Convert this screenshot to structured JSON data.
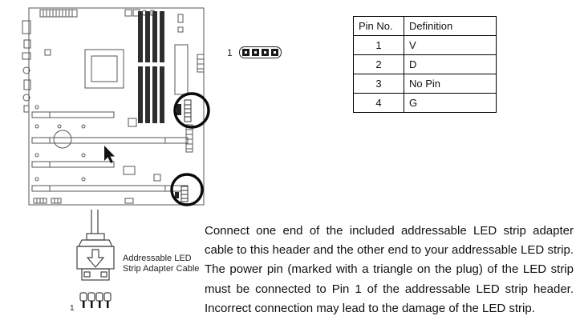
{
  "pin_header": {
    "pin1_label": "1"
  },
  "table": {
    "headers": [
      "Pin No.",
      "Definition"
    ],
    "rows": [
      {
        "pin": "1",
        "definition": "V"
      },
      {
        "pin": "2",
        "definition": "D"
      },
      {
        "pin": "3",
        "definition": "No Pin"
      },
      {
        "pin": "4",
        "definition": "G"
      }
    ]
  },
  "cable": {
    "label_line1": "Addressable LED",
    "label_line2": "Strip Adapter Cable",
    "pin1_label": "1"
  },
  "description": "Connect one end of the included addressable LED strip adapter cable to this header and the other end to your addressable LED strip. The power pin (marked with a triangle on the plug) of the LED strip must be connected to Pin 1 of the addressable LED strip header. Incorrect connection may lead to the damage of the LED strip."
}
